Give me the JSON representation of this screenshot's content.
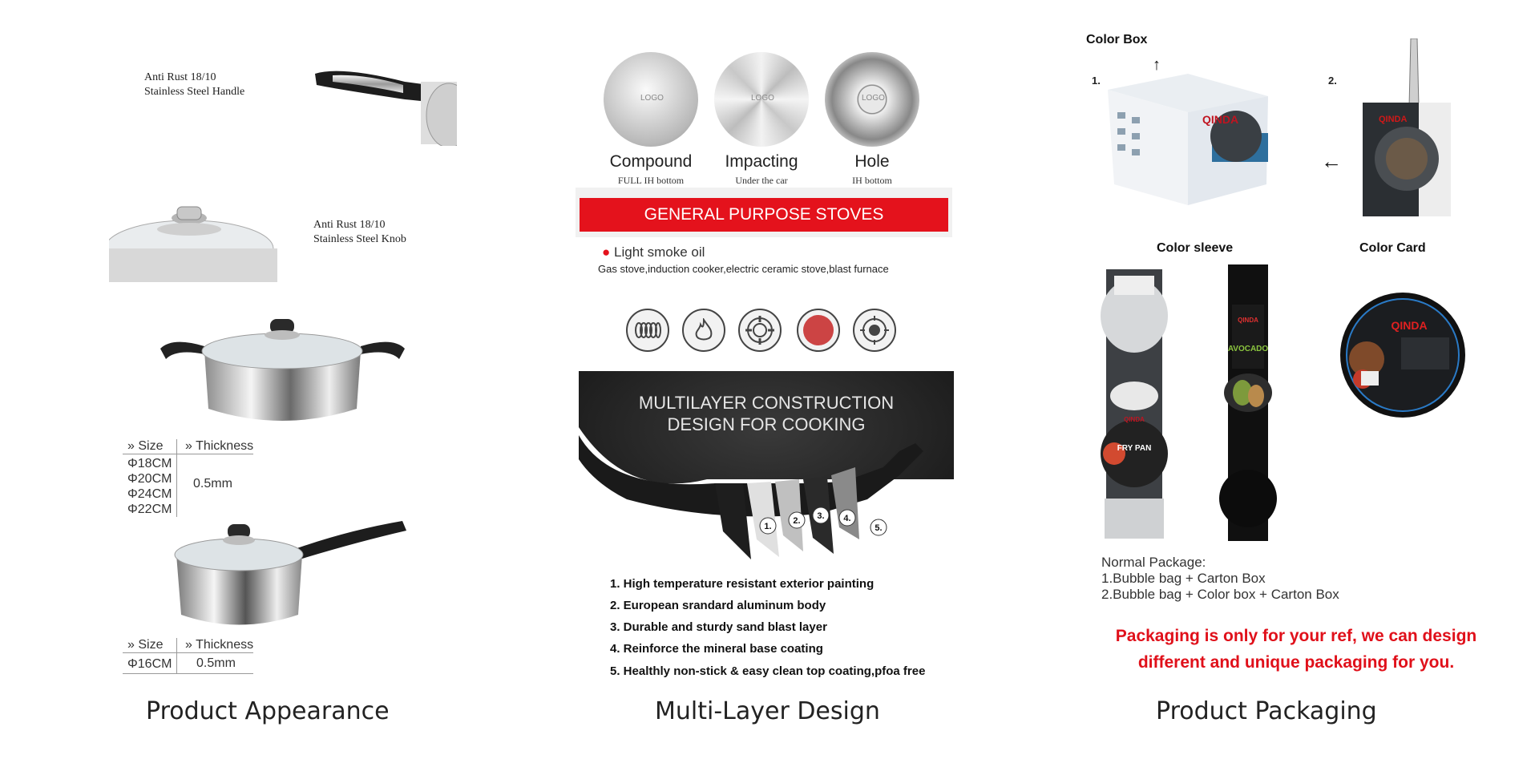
{
  "appearance": {
    "handle_label_1": "Anti Rust 18/10",
    "handle_label_2": "Stainless Steel Handle",
    "knob_label_1": "Anti Rust 18/10",
    "knob_label_2": "Stainless Steel Knob",
    "table1": {
      "size_header": "Size",
      "thickness_header": "Thickness",
      "sizes": [
        "Φ18CM",
        "Φ20CM",
        "Φ24CM",
        "Φ22CM"
      ],
      "thickness": "0.5mm"
    },
    "table2": {
      "size_header": "Size",
      "thickness_header": "Thickness",
      "sizes": [
        "Φ16CM"
      ],
      "thickness": "0.5mm"
    },
    "caption": "Product Appearance"
  },
  "multilayer": {
    "bottoms": [
      {
        "title": "Compound",
        "sub": "FULL IH bottom",
        "logo": "LOGO"
      },
      {
        "title": "Impacting",
        "sub": "Under the car",
        "logo": "LOGO"
      },
      {
        "title": "Hole",
        "sub": "IH bottom",
        "logo": "LOGO"
      }
    ],
    "banner": "GENERAL PURPOSE STOVES",
    "oil_label": "Light smoke oil",
    "stoves_text": "Gas stove,induction cooker,electric ceramic stove,blast furnace",
    "stove_icons": [
      "induction-coil-icon",
      "flame-icon",
      "gas-burner-icon",
      "ceramic-plate-icon",
      "electric-hob-icon"
    ],
    "construction_title_1": "MULTILAYER CONSTRUCTION",
    "construction_title_2": "DESIGN FOR COOKING",
    "layer_numbers": [
      "1.",
      "2.",
      "3.",
      "4.",
      "5."
    ],
    "features": [
      "1. High temperature resistant exterior painting",
      "2. European srandard aluminum body",
      "3. Durable and sturdy sand blast layer",
      "4. Reinforce the mineral base coating",
      "5. Healthly non-stick & easy clean top coating,pfoa free"
    ],
    "caption": "Multi-Layer Design"
  },
  "packaging": {
    "color_box_label": "Color Box",
    "item1": "1.",
    "item2": "2.",
    "brand": "QINDA",
    "color_sleeve_label": "Color sleeve",
    "color_card_label": "Color Card",
    "sleeve_text_1": "FRY PAN",
    "sleeve_text_2": "AVOCADO",
    "normal_package": "Normal Package:",
    "package_options": [
      "1.Bubble bag + Carton Box",
      "2.Bubble bag + Color box + Carton Box"
    ],
    "note_line_1": "Packaging is only for your ref, we can design",
    "note_line_2": "different and unique packaging for you.",
    "caption": "Product Packaging"
  },
  "colors": {
    "banner_red": "#e4121c",
    "note_red": "#e0101a",
    "dark_pan": "#1c1c1c"
  }
}
